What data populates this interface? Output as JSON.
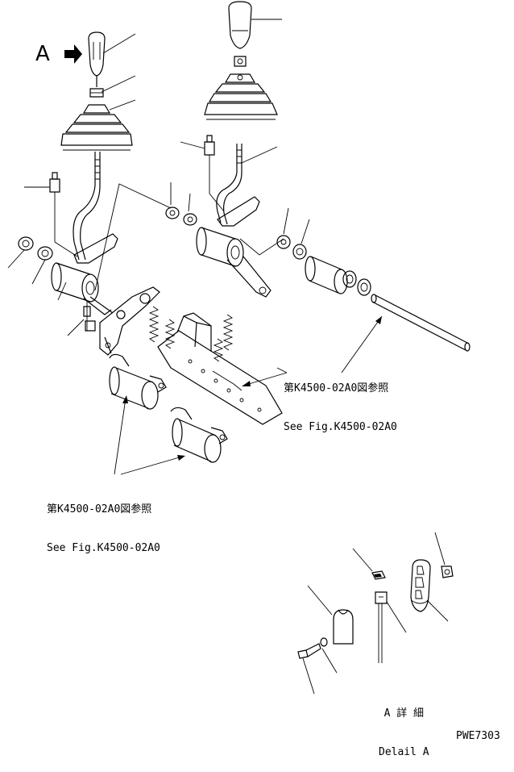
{
  "view_marker": "A",
  "reference_1": {
    "jp": "第K4500-02A0図参照",
    "en": "See Fig.K4500-02A0"
  },
  "reference_2": {
    "jp": "第K4500-02A0図参照",
    "en": "See Fig.K4500-02A0"
  },
  "detail_label": {
    "jp": "A 詳 細",
    "en": "Delail A"
  },
  "drawing_code": "PWE7303"
}
